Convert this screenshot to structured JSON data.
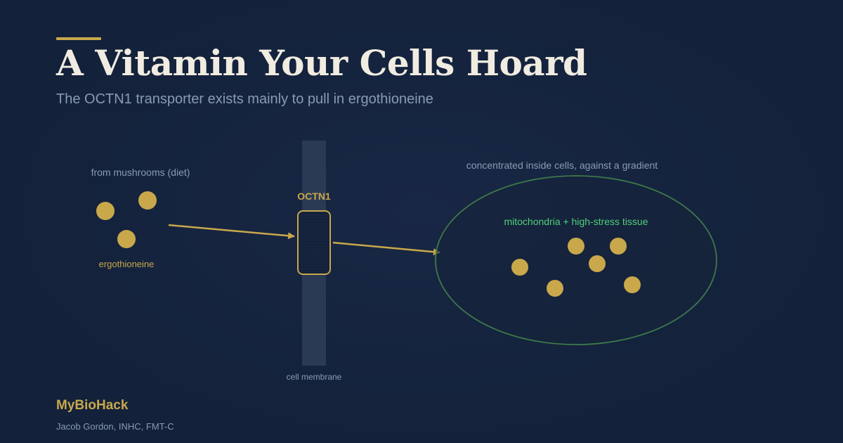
{
  "header": {
    "title": "A Vitamin Your Cells Hoard",
    "subtitle": "The OCTN1 transporter exists mainly to pull in ergothioneine"
  },
  "diagram": {
    "source_label": "from mushrooms (diet)",
    "molecule_label": "ergothioneine",
    "transporter_label": "OCTN1",
    "membrane_label": "cell membrane",
    "cell_label": "concentrated inside cells, against a gradient",
    "inner_label": "mitochondria + high-stress tissue"
  },
  "footer": {
    "brand": "MyBioHack",
    "author": "Jacob Gordon, INHC, FMT-C"
  },
  "colors": {
    "background": "#13213a",
    "accent_gold": "#c9a84c",
    "title_text": "#f1ece1",
    "muted_text": "#8a9ab5",
    "cell_outline": "#3d7a4a",
    "inner_label_green": "#4fd07a",
    "membrane": "#2a3a55"
  }
}
